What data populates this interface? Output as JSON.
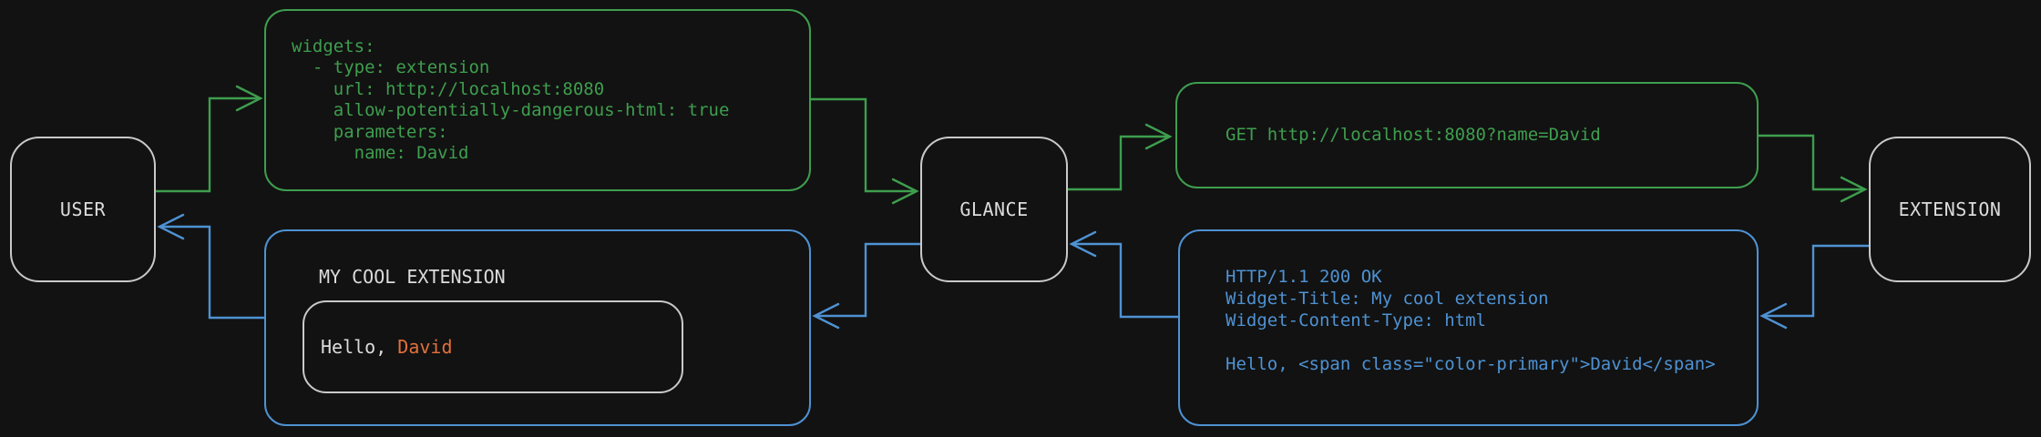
{
  "colors": {
    "background": "#121212",
    "green": "#3e9e4e",
    "blue": "#4e92d3",
    "orange": "#e2703b",
    "gray": "#c9c9c9",
    "light_text": "#dcdcdc"
  },
  "nodes": {
    "user": {
      "label": "USER"
    },
    "glance": {
      "label": "GLANCE"
    },
    "extension": {
      "label": "EXTENSION"
    }
  },
  "config_box": {
    "yaml": "widgets:\n  - type: extension\n    url: http://localhost:8080\n    allow-potentially-dangerous-html: true\n    parameters:\n      name: David"
  },
  "request_box": {
    "text": "GET http://localhost:8080?name=David"
  },
  "response_box": {
    "text": "HTTP/1.1 200 OK\nWidget-Title: My cool extension\nWidget-Content-Type: html\n\nHello, <span class=\"color-primary\">David</span>"
  },
  "widget_box": {
    "title": "MY COOL EXTENSION",
    "greeting_prefix": "Hello, ",
    "greeting_name": "David"
  },
  "edges": {
    "user_to_config": "green",
    "config_to_glance": "green",
    "glance_to_request": "green",
    "request_to_extension": "green",
    "extension_to_response": "blue",
    "response_to_glance": "blue",
    "glance_to_widget": "blue",
    "widget_to_user": "blue"
  }
}
